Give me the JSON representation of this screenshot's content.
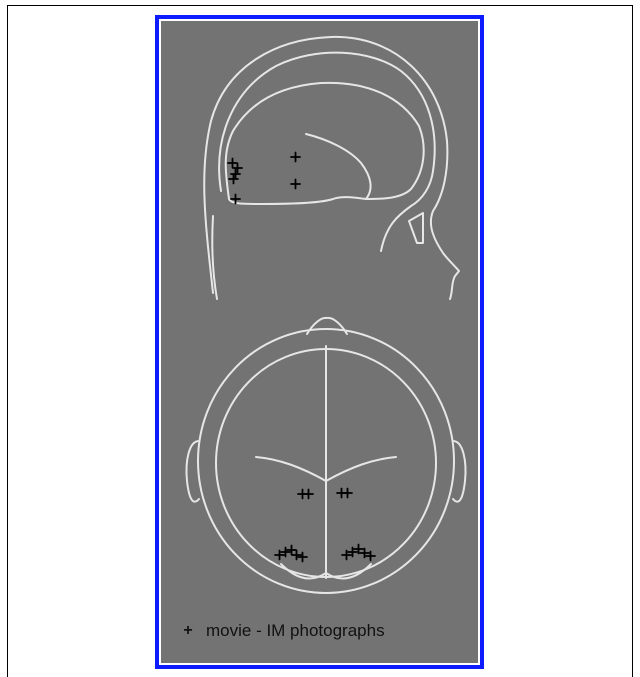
{
  "figure": {
    "legend": {
      "marker_icon": "plus-marker",
      "label": "+ movie - IM photographs"
    },
    "colors": {
      "background": "#737373",
      "frame": "#0d1bff",
      "outline": "#e6e6e6",
      "marker": "#000000"
    },
    "legend_label": "movie - IM photographs",
    "legend_symbol": "+"
  }
}
